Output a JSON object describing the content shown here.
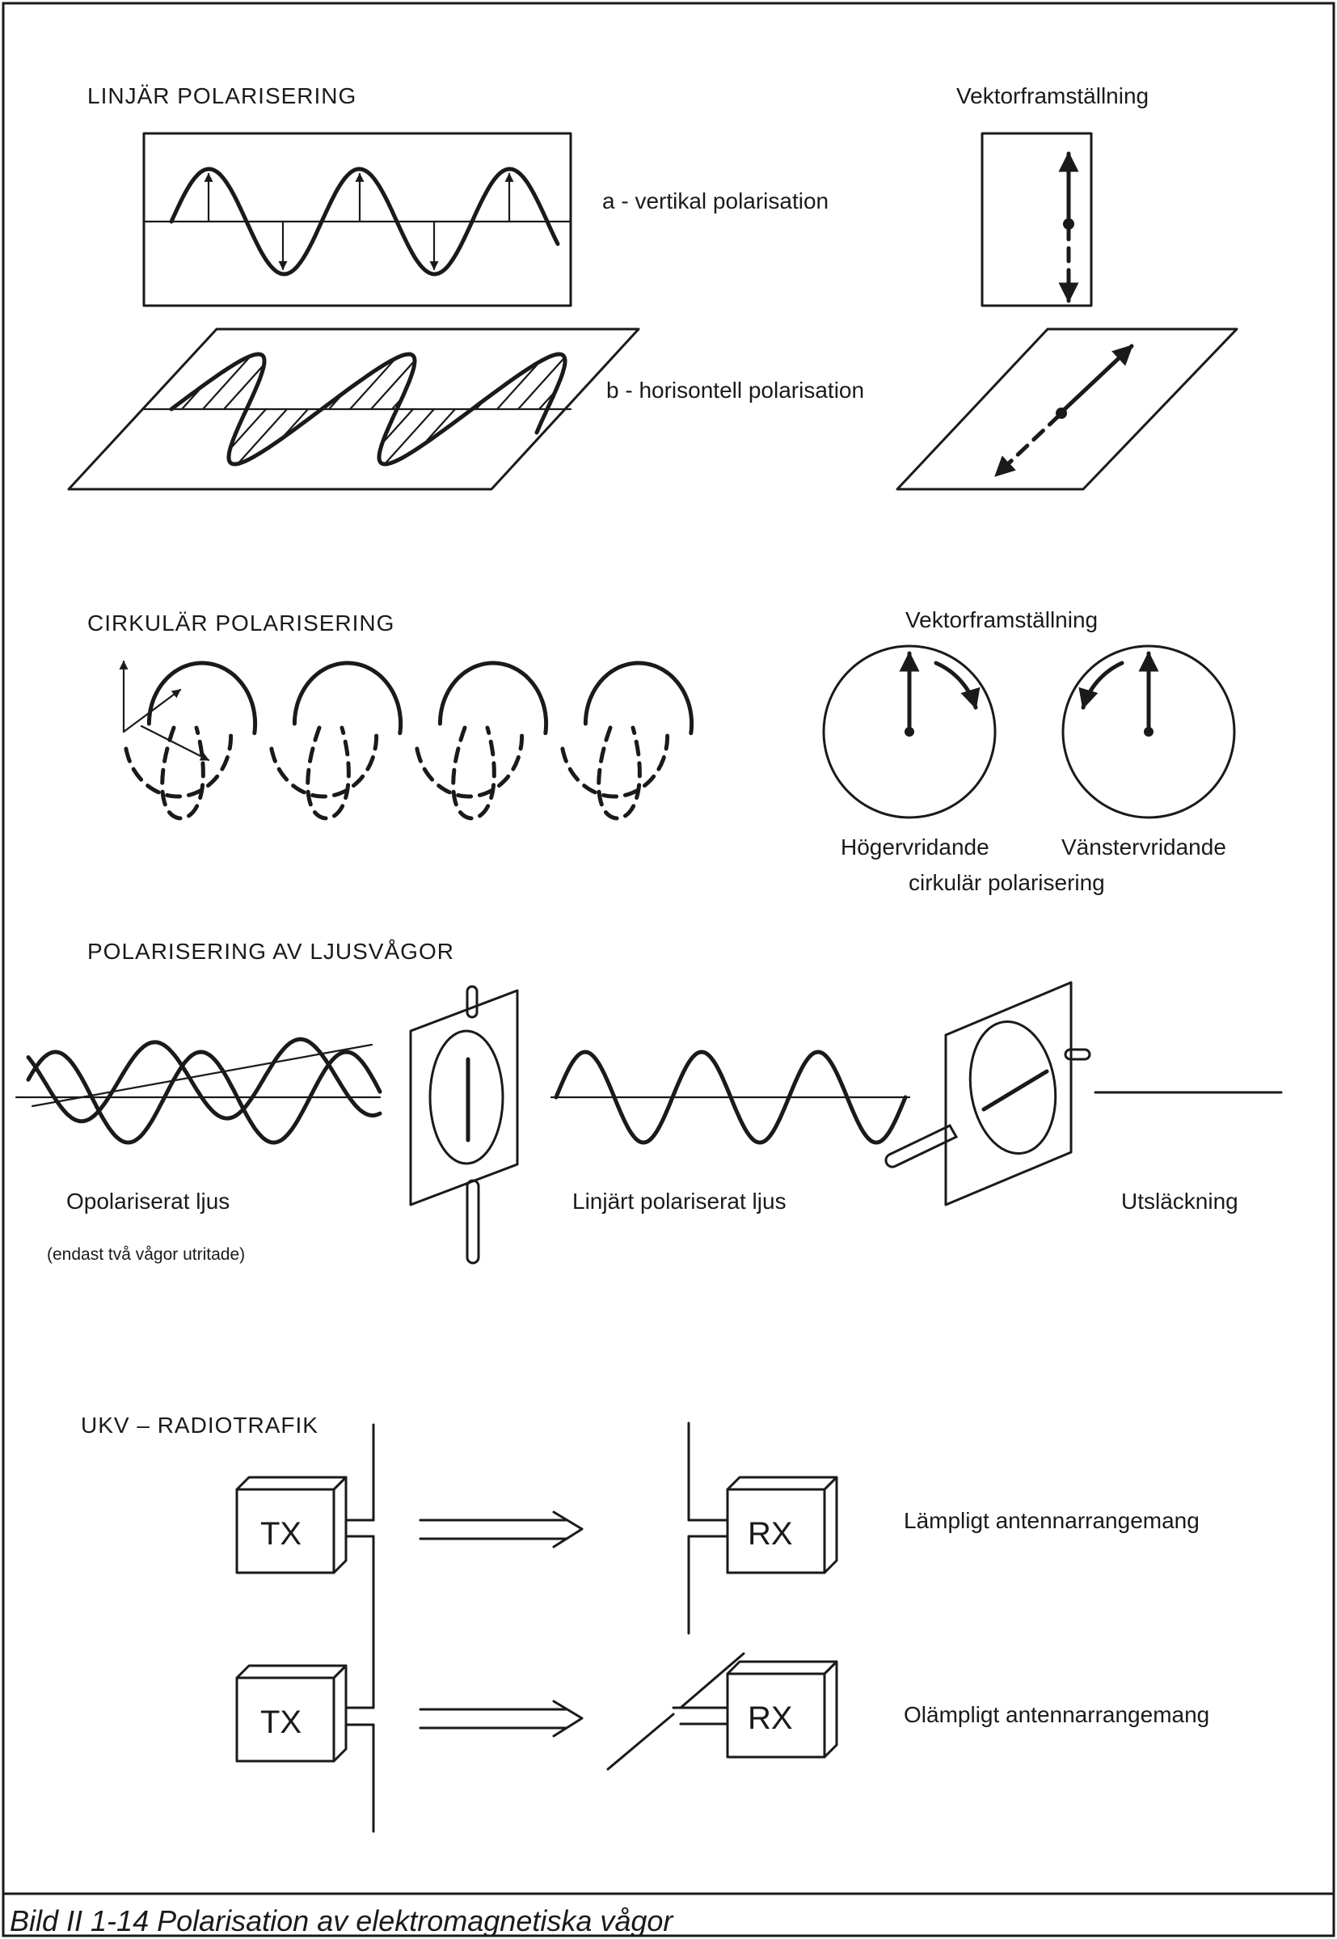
{
  "sections": {
    "linear_title": "LINJÄR POLARISERING",
    "circular_title": "CIRKULÄR POLARISERING",
    "light_title": "POLARISERING AV LJUSVÅGOR",
    "ukv_title": "UKV – RADIOTRAFIK"
  },
  "linear": {
    "vector_title": "Vektorframställning",
    "label_a": "a - vertikal polarisation",
    "label_b": "b - horisontell polarisation"
  },
  "circular": {
    "vector_title": "Vektorframställning",
    "label_right": "Högervridande",
    "label_left": "Vänstervridande",
    "label_common": "cirkulär polarisering"
  },
  "light": {
    "unpolarized": "Opolariserat ljus",
    "unpolarized_note": "(endast två vågor utritade)",
    "linear_polarized": "Linjärt polariserat ljus",
    "extinction": "Utsläckning"
  },
  "ukv": {
    "tx_label": "TX",
    "rx_label": "RX",
    "suitable": "Lämpligt antennarrangemang",
    "unsuitable": "Olämpligt antennarrangemang"
  },
  "caption": "Bild II 1-14 Polarisation av elektromagnetiska vågor"
}
